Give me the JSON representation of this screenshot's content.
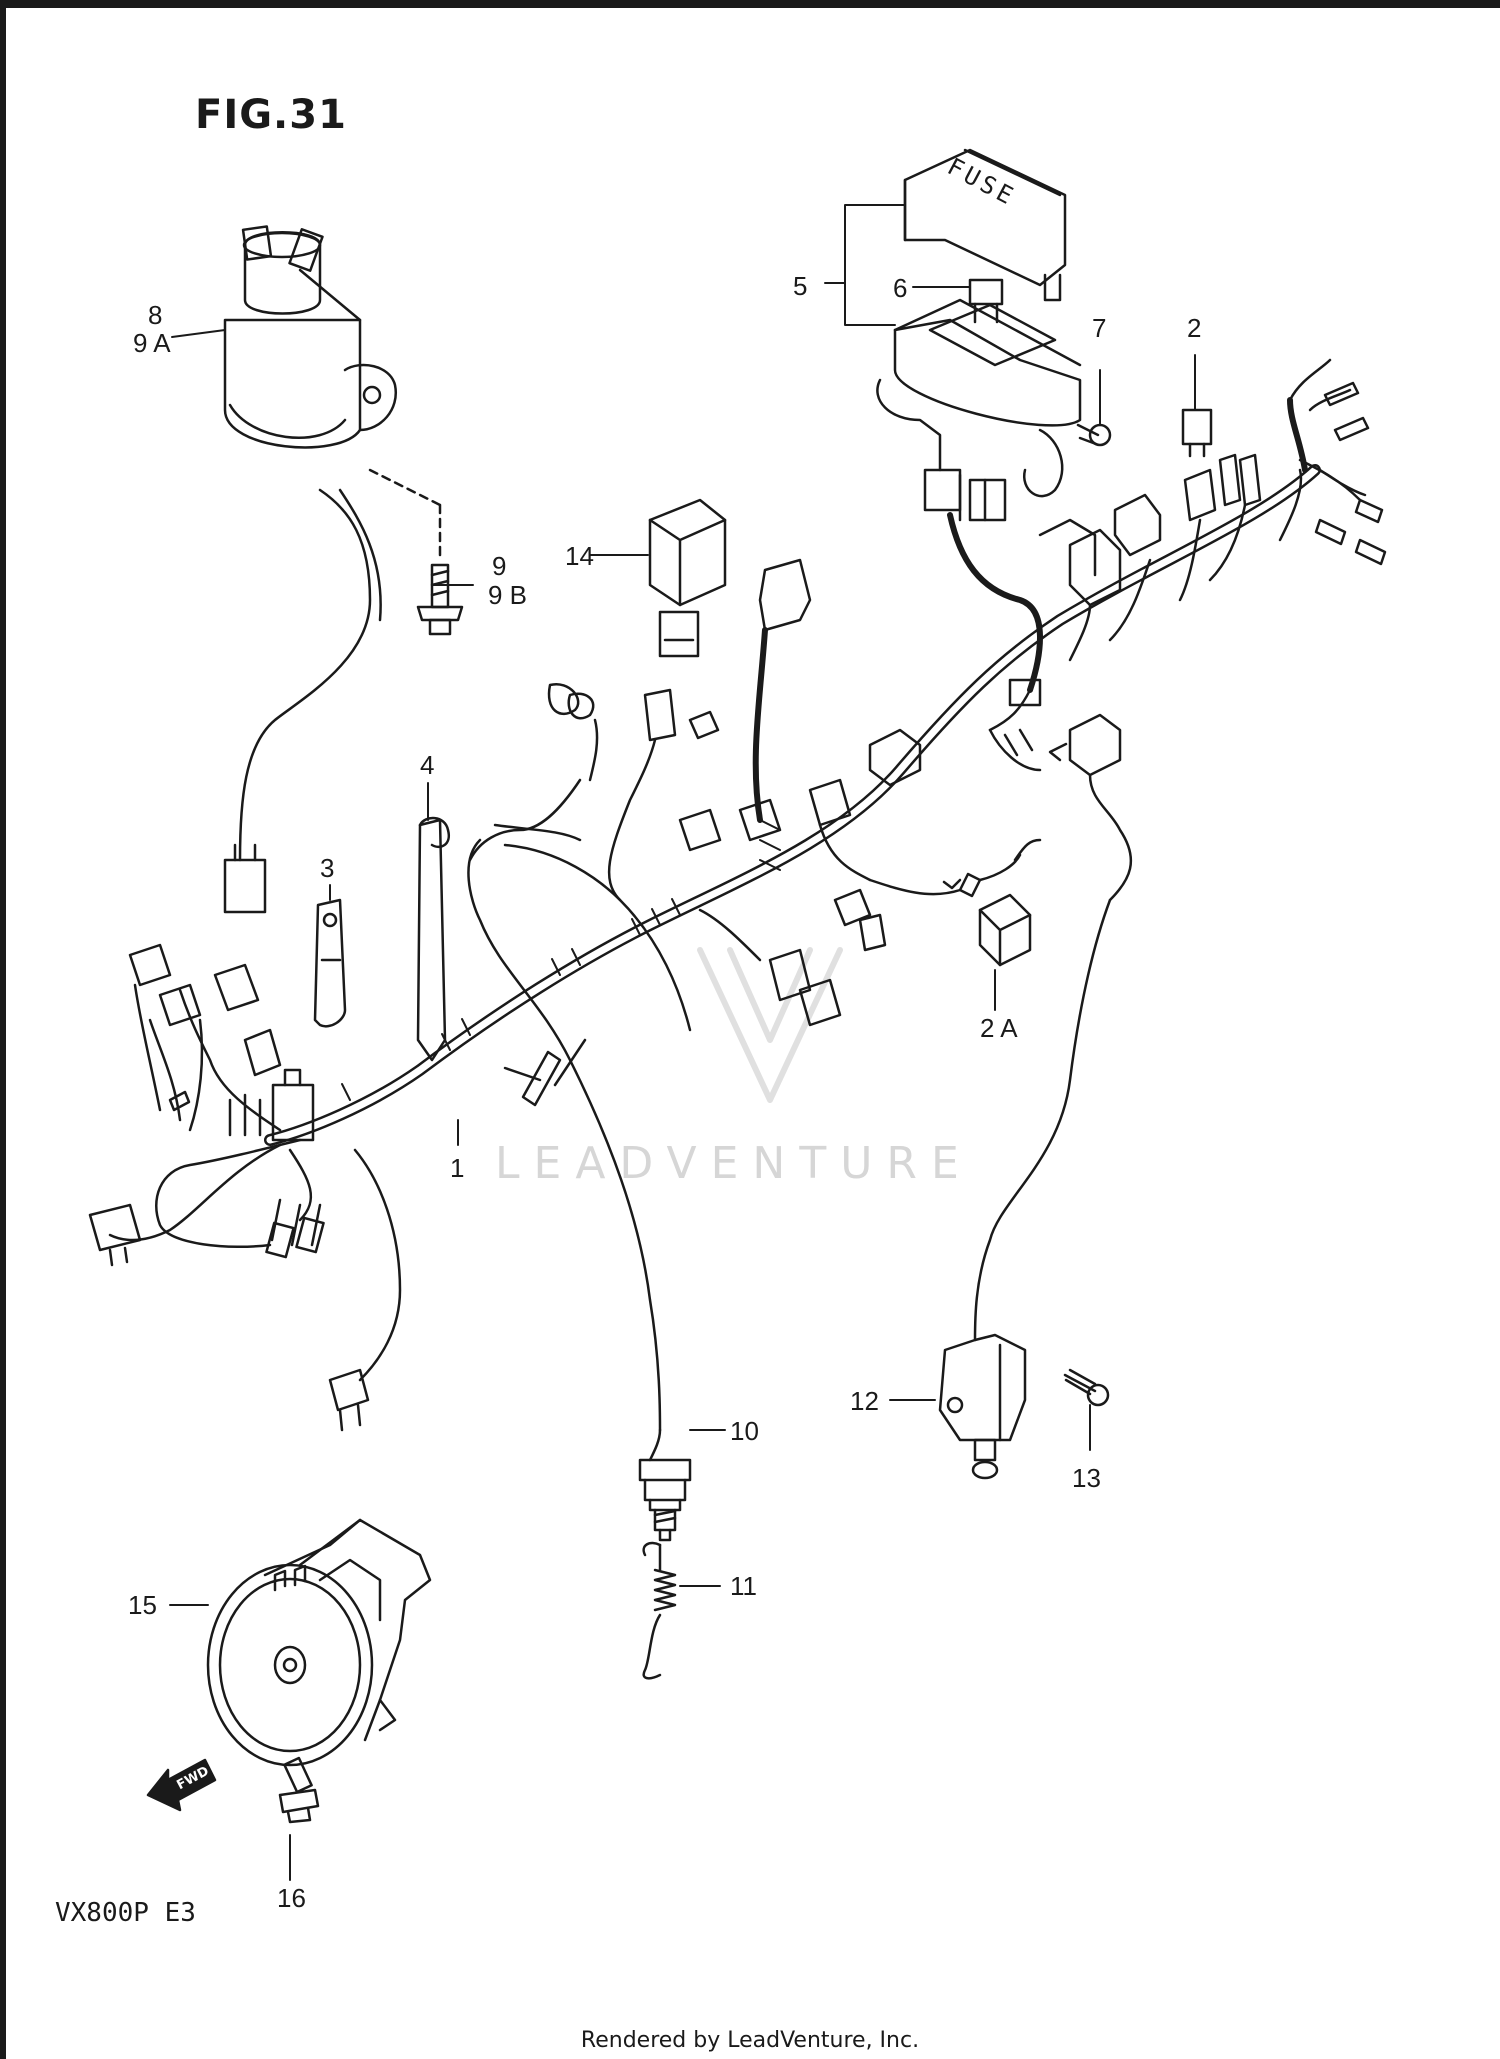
{
  "figure": {
    "title": "FIG.31"
  },
  "fuse_box_lid_text": "FUSE",
  "callouts": [
    {
      "id": "c1",
      "text": "1"
    },
    {
      "id": "c2",
      "text": "2"
    },
    {
      "id": "c2a",
      "text": "2 A"
    },
    {
      "id": "c3",
      "text": "3"
    },
    {
      "id": "c4",
      "text": "4"
    },
    {
      "id": "c5",
      "text": "5"
    },
    {
      "id": "c6",
      "text": "6"
    },
    {
      "id": "c7",
      "text": "7"
    },
    {
      "id": "c8",
      "text": "8"
    },
    {
      "id": "c9a",
      "text": "9 A"
    },
    {
      "id": "c9",
      "text": "9"
    },
    {
      "id": "c9b",
      "text": "9 B"
    },
    {
      "id": "c10",
      "text": "10"
    },
    {
      "id": "c11",
      "text": "11"
    },
    {
      "id": "c12",
      "text": "12"
    },
    {
      "id": "c13",
      "text": "13"
    },
    {
      "id": "c14",
      "text": "14"
    },
    {
      "id": "c15",
      "text": "15"
    },
    {
      "id": "c16",
      "text": "16"
    }
  ],
  "fwd_label": "FWD",
  "watermark": "LEADVENTURE",
  "model": "VX800P  E3",
  "footer": "Rendered by LeadVenture, Inc.",
  "colors": {
    "ink": "#1a1a1a",
    "watermark": "#d6d6d6",
    "paper": "#ffffff"
  }
}
